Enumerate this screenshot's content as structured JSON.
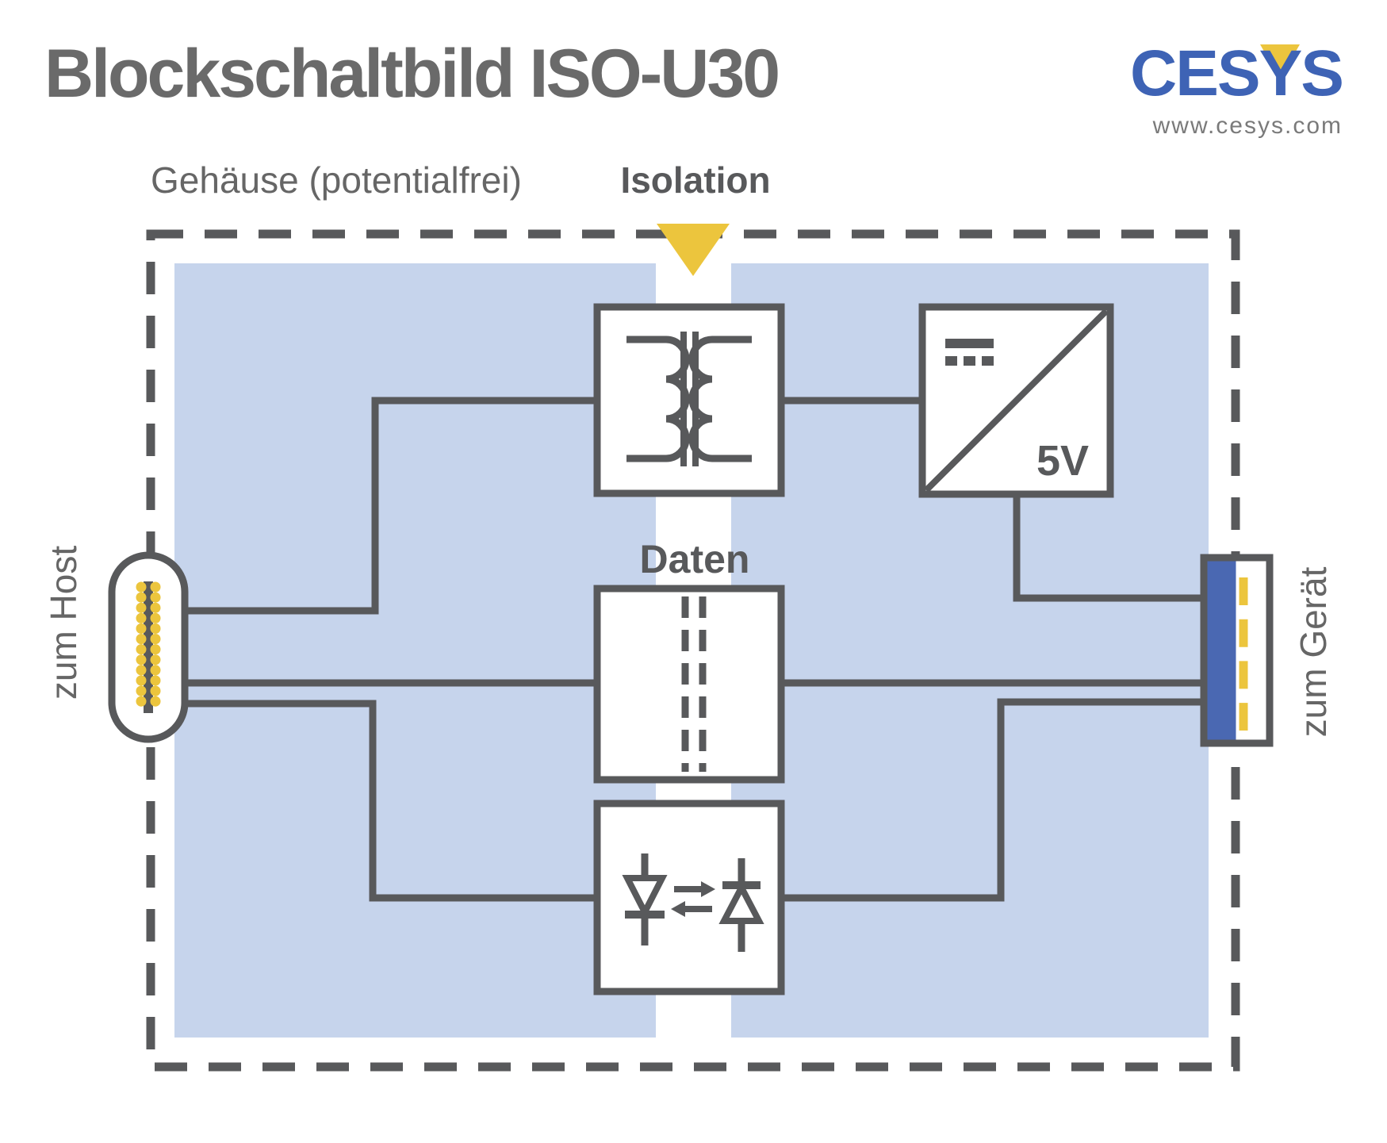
{
  "header": {
    "title": "Blockschaltbild ISO-U30",
    "logo_text": "CESYS",
    "logo_url": "www.cesys.com"
  },
  "diagram": {
    "enclosure_label": "Gehäuse (potentialfrei)",
    "isolation_label": "Isolation",
    "data_label": "Daten",
    "voltage_label": "5V",
    "host_label": "zum Host",
    "device_label": "zum Gerät"
  },
  "icons": {
    "isolation_marker": "yellow-triangle-down-icon",
    "transformer": "transformer-coils-icon",
    "dc_converter": "dc-dc-converter-icon",
    "data_isolator": "digital-isolator-dashes-icon",
    "optocoupler": "optocoupler-diodes-icon",
    "host_connector": "host-header-connector-icon",
    "device_connector": "device-header-connector-icon"
  },
  "colors": {
    "diagram_line": "#58595b",
    "panel_blue": "#c6d4ec",
    "accent_yellow": "#ecc53d",
    "logo_blue": "#3e63b5",
    "connector_blue": "#4a68b2",
    "title_gray": "#6a6a6a",
    "label_gray": "#666666",
    "url_gray": "#7a7a7a"
  }
}
